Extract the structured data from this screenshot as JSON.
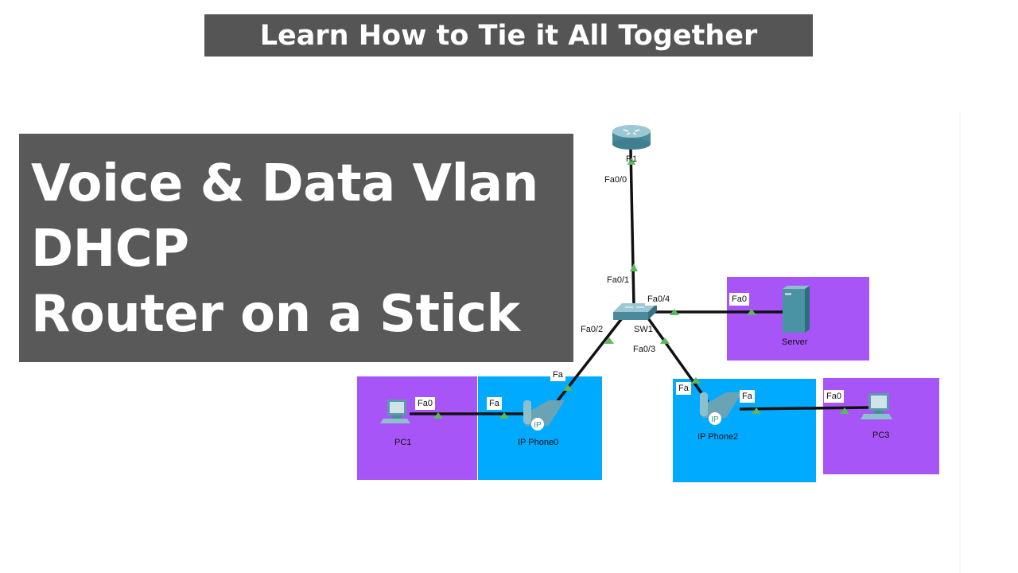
{
  "banner": {
    "text": "Learn How to Tie it All Together"
  },
  "title_box": {
    "lines": [
      "Voice & Data Vlan",
      "DHCP",
      "Router on a Stick"
    ]
  },
  "diagram": {
    "devices": {
      "router": "R1",
      "switch": "SW1",
      "server": "Server",
      "pc1": "PC1",
      "phone0": "IP Phone0",
      "phone2": "IP Phone2",
      "pc3": "PC3"
    },
    "ports": {
      "r1_fa00": "Fa0/0",
      "sw_fa01": "Fa0/1",
      "sw_fa04": "Fa0/4",
      "server_fa0": "Fa0",
      "sw_fa02": "Fa0/2",
      "sw_fa03": "Fa0/3",
      "phone0_up": "Fa",
      "phone0_pc": "Fa",
      "pc1_fa0": "Fa0",
      "phone2_up": "Fa",
      "phone2_pc": "Fa",
      "pc3_fa0": "Fa0"
    },
    "phone_badge": "IP",
    "colors": {
      "data_vlan": "#a855f7",
      "voice_vlan": "#00aaff",
      "link": "#111111",
      "link_up": "#5cb85c"
    }
  }
}
